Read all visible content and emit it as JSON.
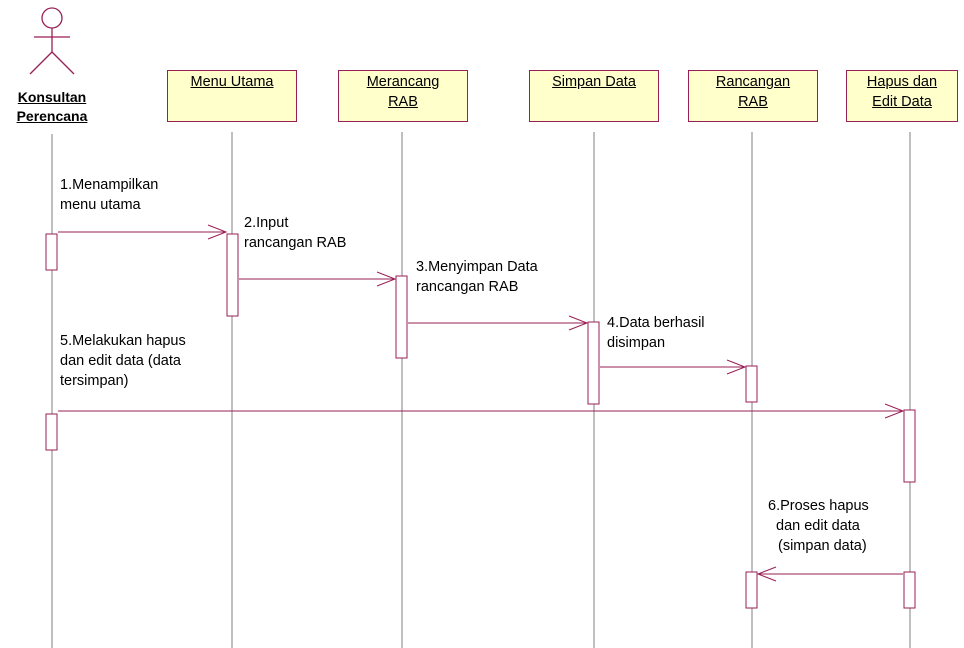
{
  "actor": {
    "line1": "Konsultan ",
    "line2": "Perencana"
  },
  "lifelines": [
    {
      "line1": "Menu Utama",
      "line2": ""
    },
    {
      "line1": "Merancang ",
      "line2": "RAB"
    },
    {
      "line1": "Simpan Data",
      "line2": ""
    },
    {
      "line1": "Rancangan ",
      "line2": "RAB"
    },
    {
      "line1": "Hapus dan ",
      "line2": "Edit  Data"
    }
  ],
  "messages": [
    {
      "lines": [
        "1.Menampilkan",
        "menu utama"
      ]
    },
    {
      "lines": [
        "2.Input",
        "rancangan RAB"
      ]
    },
    {
      "lines": [
        "3.Menyimpan Data",
        "rancangan RAB"
      ]
    },
    {
      "lines": [
        "4.Data berhasil",
        "disimpan"
      ]
    },
    {
      "lines": [
        "5.Melakukan hapus",
        "dan edit data (data",
        "tersimpan)"
      ]
    },
    {
      "lines": [
        "6.Proses hapus",
        "dan edit data",
        "(simpan data)"
      ]
    }
  ],
  "colors": {
    "stroke": "#9a1f55",
    "box_fill": "#ffffcc",
    "lifeline": "#7f7f7f"
  }
}
